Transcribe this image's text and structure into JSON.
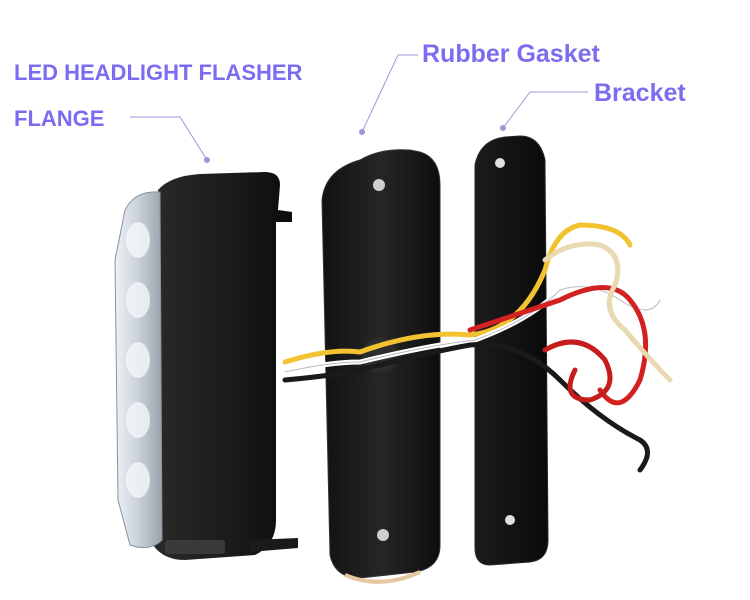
{
  "labels": {
    "led_headlight_flasher": "LED HEADLIGHT FLASHER",
    "flange": "FLANGE",
    "rubber_gasket": "Rubber Gasket",
    "bracket": "Bracket"
  },
  "colors": {
    "label_text": "#7b6cf0",
    "leader_line": "#9a9ad8",
    "housing": "#1c1c1c",
    "gasket": "#151515",
    "bracket": "#121212",
    "lens": "#d8dde4"
  },
  "wire_colors": [
    "#f2c230",
    "#ffffff",
    "#d32020",
    "#1a1a1a",
    "#e8d9b0"
  ]
}
